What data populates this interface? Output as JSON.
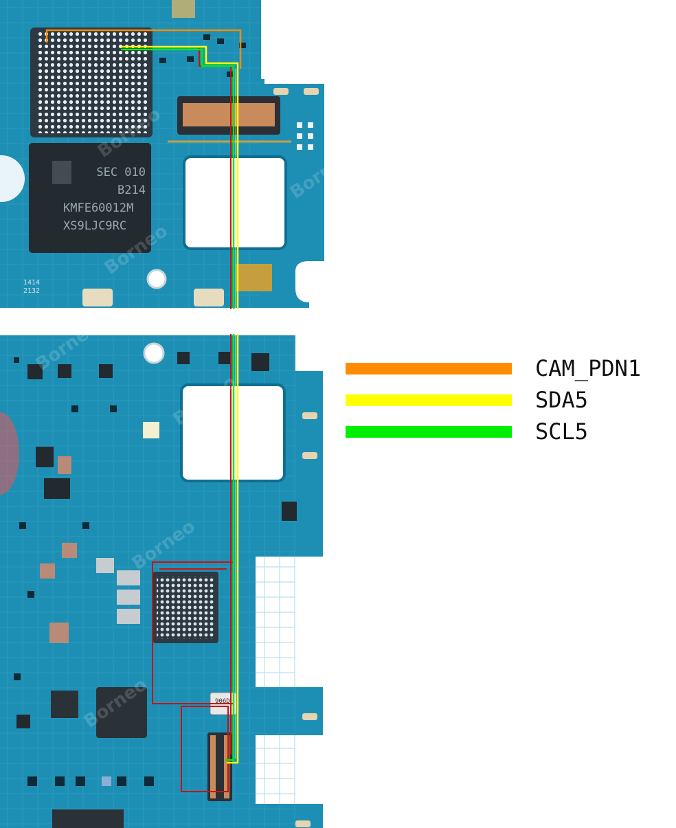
{
  "chips": {
    "memory_label_lines": [
      "SEC 010",
      "B214",
      "KMFE60012M",
      "XS9LJC9RC"
    ],
    "board_silk": [
      "1414",
      "2132"
    ],
    "small_ic_text": "906D"
  },
  "legend": {
    "items": [
      {
        "label": "CAM_PDN1",
        "color": "#ff8c00"
      },
      {
        "label": "SDA5",
        "color": "#ffff00"
      },
      {
        "label": "SCL5",
        "color": "#00ee00"
      }
    ]
  },
  "colors": {
    "board": "#1e8fb4",
    "board_dark": "#0e6f93",
    "trace_light": "#62bde0",
    "chip_dark": "#222a30",
    "gold": "#c8a040",
    "highlight_red": "#cc1111",
    "watermark": "rgba(255,255,255,0.18)"
  }
}
